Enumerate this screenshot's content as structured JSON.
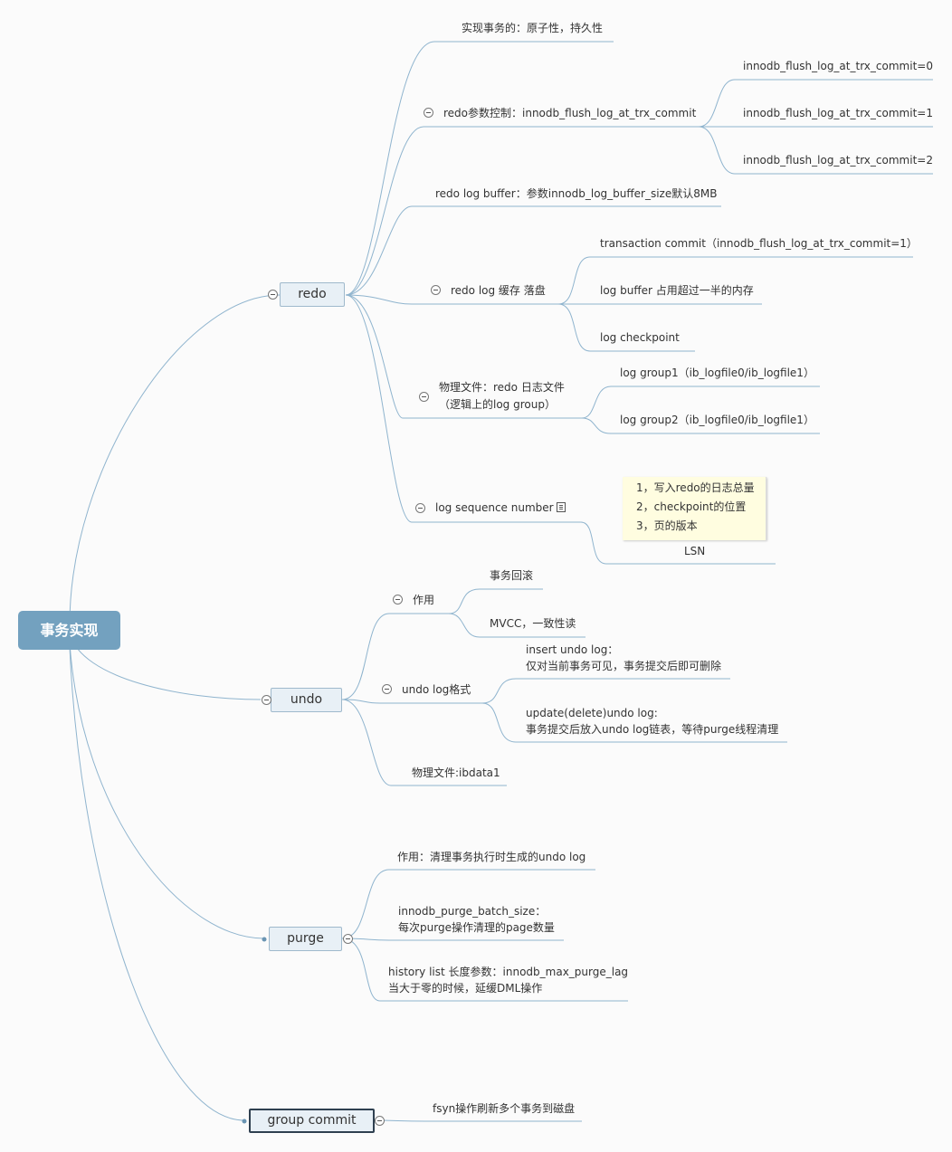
{
  "root": {
    "label": "事务实现"
  },
  "redo": {
    "label": "redo",
    "children": {
      "atomicity": "实现事务的：原子性，持久性",
      "param": "redo参数控制：innodb_flush_log_at_trx_commit",
      "param_options": [
        "innodb_flush_log_at_trx_commit=0",
        "innodb_flush_log_at_trx_commit=1",
        "innodb_flush_log_at_trx_commit=2"
      ],
      "buffer": "redo log buffer：参数innodb_log_buffer_size默认8MB",
      "flush": "redo log 缓存 落盘",
      "flush_triggers": [
        "transaction commit（innodb_flush_log_at_trx_commit=1）",
        "log buffer 占用超过一半的内存",
        "log checkpoint"
      ],
      "files_line1": "物理文件：redo 日志文件",
      "files_line2": "（逻辑上的log group）",
      "log_groups": [
        "log group1（ib_logfile0/ib_logfile1）",
        "log group2（ib_logfile0/ib_logfile1）"
      ],
      "lsn": "log sequence number",
      "lsn_child": "LSN",
      "lsn_note": [
        "1，写入redo的日志总量",
        "2，checkpoint的位置",
        "3，页的版本"
      ]
    }
  },
  "undo": {
    "label": "undo",
    "children": {
      "role": "作用",
      "roles": [
        "事务回滚",
        "MVCC，一致性读"
      ],
      "format": "undo log格式",
      "insert_line1": "insert undo log：",
      "insert_line2": "仅对当前事务可见，事务提交后即可删除",
      "update_line1": "update(delete)undo log:",
      "update_line2": "事务提交后放入undo log链表，等待purge线程清理",
      "file": "物理文件:ibdata1"
    }
  },
  "purge": {
    "label": "purge",
    "children": {
      "role": "作用：清理事务执行时生成的undo log",
      "batch_line1": "innodb_purge_batch_size：",
      "batch_line2": "每次purge操作清理的page数量",
      "history_line1": "history list 长度参数：innodb_max_purge_lag",
      "history_line2": "当大于零的时候，延缓DML操作"
    }
  },
  "group_commit": {
    "label": "group commit",
    "children": {
      "fsync": "fsyn操作刷新多个事务到磁盘"
    }
  },
  "colors": {
    "root_bg": "#73a1bf",
    "branch_line": "#8fb4ce",
    "node_bg": "#e8f0f6",
    "node_border": "#9fb9cc",
    "note_bg": "#fffde0"
  }
}
